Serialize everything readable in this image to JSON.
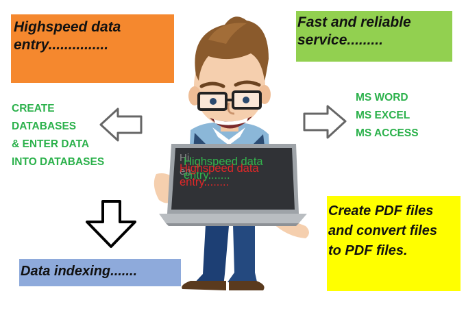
{
  "boxes": {
    "highspeed": [
      "Highspeed data",
      "entry..............."
    ],
    "fast": [
      "Fast and reliable",
      "service........."
    ],
    "indexing": "Data indexing.......",
    "pdf": [
      "Create PDF files",
      "and convert files",
      "to PDF files."
    ]
  },
  "left_list": [
    "CREATE",
    "DATABASES",
    "& ENTER DATA",
    "INTO DATABASES"
  ],
  "right_list": [
    "MS WORD",
    "MS EXCEL",
    "MS ACCESS"
  ],
  "screen": {
    "green": [
      "Highspeed data",
      "entry......."
    ],
    "red": [
      "Highspeed data",
      "entry........"
    ],
    "grey": [
      "Hi",
      "en"
    ]
  },
  "colors": {
    "orange": "#f5882e",
    "lime": "#92d050",
    "blue": "#8eaadb",
    "yellow": "#ffff00",
    "list_green": "#2bb14b"
  },
  "icons": [
    "left-arrow-icon",
    "right-arrow-icon",
    "down-arrow-icon",
    "cartoon-man-illustration",
    "laptop-icon"
  ]
}
